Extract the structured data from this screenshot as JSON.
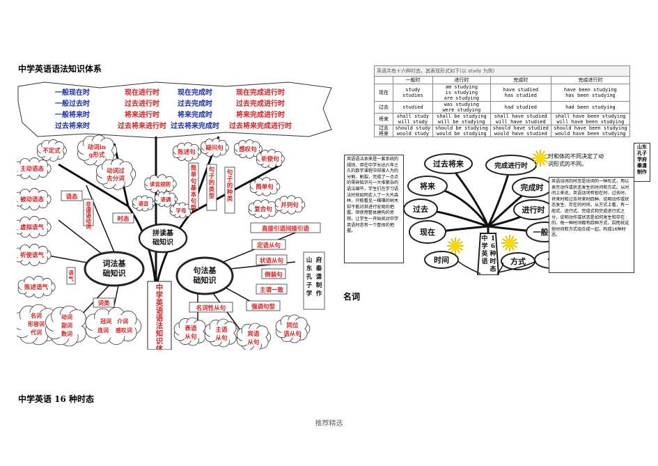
{
  "headings": {
    "top": "中学英语语法知识体系",
    "bottom": "中学英语 16 种时态",
    "noun": "名词"
  },
  "footer": "推荐精选",
  "mind_map": {
    "banner_rows": [
      [
        "一般现在时",
        "现在进行时",
        "现在完成时",
        "现在完成进行时"
      ],
      [
        "一般过去时",
        "过去进行时",
        "过去完成时",
        "过去完成进行时"
      ],
      [
        "一般将来时",
        "将来进行时",
        "将来完成时",
        "将来完成进行时"
      ],
      [
        "过去将来时",
        "过去将来进行时",
        "过去将来完成时",
        "过去将来完成进行时"
      ]
    ],
    "center": "中学英语语法知识体系",
    "hubs": {
      "lexis": "词法基础知识",
      "syntax": "句法基础知识",
      "phonics": "拼读基础知识"
    },
    "lexis_clouds": [
      "不定式",
      "动词ing形式",
      "主动语态",
      "动词过去分词",
      "被动语态",
      "虚拟语气",
      "祈使语气",
      "陈述语气"
    ],
    "lexis_labels": [
      "语态",
      "非谓语动词",
      "时态",
      "语气",
      "词类"
    ],
    "word_class_clouds": [
      [
        "名词",
        "形容词",
        "代词"
      ],
      [
        "动词",
        "副词",
        "数词"
      ],
      [
        "冠词",
        "介词",
        "连词",
        "感叹词"
      ]
    ],
    "phonics_clouds": [
      "读音规则",
      "语调",
      "语音",
      "字母"
    ],
    "syntax_top": [
      "陈述句",
      "疑问句",
      "感叹句",
      "祈使句"
    ],
    "syntax_vertical": [
      "简单句基本句型",
      "句子的类型",
      "句子的种类"
    ],
    "syntax_right_clouds": [
      "简单句",
      "复合句",
      "并列句"
    ],
    "syntax_right_labels": [
      "直接引语间接引语",
      "定语从句",
      "状语从句",
      "倒装句",
      "主谓一致",
      "强调句型"
    ],
    "noun_clause_label": "名词性从句",
    "noun_clause_clouds": [
      "表语从句",
      "主语从句",
      "宾语从句",
      "同位语从句"
    ],
    "credit": "山东孔子学府秦潇制作"
  },
  "tense_table": {
    "caption": "英语共有十六种时态，其表现形式如下(以 study 为例)",
    "columns": [
      "",
      "一般时",
      "进行时",
      "完成时",
      "完成进行时"
    ],
    "rows": [
      {
        "label": "现在",
        "cells": [
          [
            "study",
            "studies"
          ],
          [
            "am studying",
            "is studying",
            "are studying"
          ],
          [
            "have studied",
            "has studied"
          ],
          [
            "have been studying",
            "has been studying"
          ]
        ]
      },
      {
        "label": "过去",
        "cells": [
          [
            "studied"
          ],
          [
            "was studying",
            "were studying"
          ],
          [
            "had studied"
          ],
          [
            "had been studying"
          ]
        ]
      },
      {
        "label": "将来",
        "cells": [
          [
            "shall study",
            "will study"
          ],
          [
            "shall be studying",
            "will be studying"
          ],
          [
            "shall have studied",
            "will have studied"
          ],
          [
            "shall have been studying",
            "will have been studying"
          ]
        ]
      },
      {
        "label": "过去将来",
        "cells": [
          [
            "should study",
            "would study"
          ],
          [
            "should be studying",
            "would be studying"
          ],
          [
            "should have studied",
            "would have studied"
          ],
          [
            "should have been studying",
            "would have been studying"
          ]
        ]
      }
    ]
  },
  "tense_tree": {
    "left_clouds": [
      "过去将来",
      "将来",
      "过去",
      "现在"
    ],
    "right_clouds": [
      "完成进行时",
      "完成时",
      "进行时",
      "一般时"
    ],
    "trunk": "中学英语16种时态",
    "roots": [
      "时间",
      "方式",
      "体"
    ],
    "short_note": "时和体的不同决定了动词形式的不同。",
    "intro": "英语语法本来是一套系统的规则，但在中学长达六年之久的数学课程中却被人为的分割、割裂，完成了一点点的零碎知识与一大堆繁杂的语法细节，学生们在学习语法时就如同走入了一大片森林，只能看见一棵棵的树木却不能对其进行宏观的把握。但使用整体建构的思想，让学生一开始就对中学英语时态有一个整体的把握。",
    "explain": "英语动词的时态是动词的一种形式，用以表示动作或状态发生的时间和方式。从时间上来说，英语动词有现在时、过去时、将来时和过去将来时四种，说明动作或状态发生、存在的时间。从方式上看，有一般式、进行式、完成式和完成进行式之分，说明动作或状态是如何发生和存在的。每一种时间都有四种方式，因而就这些时间和方式组合成一起，构成16种时态。",
    "credit": "山东孔子学府秦潇制作"
  },
  "colors": {
    "red": "#d81e1e",
    "blue": "#1a2fb0",
    "dark": "#111111"
  }
}
